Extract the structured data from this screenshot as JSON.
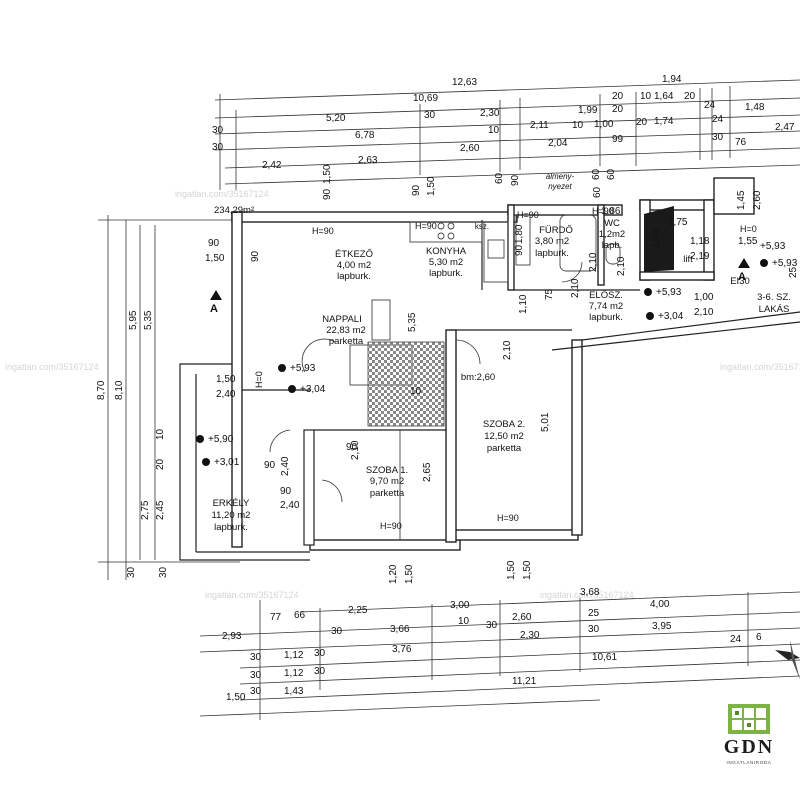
{
  "total_area": "234,29m²",
  "watermark": "ingatlan.com/35167124",
  "rooms": {
    "etkezo": {
      "name": "ÉTKEZŐ",
      "area": "4,00 m2",
      "floor": "lapburk."
    },
    "konyha": {
      "name": "KONYHA",
      "area": "5,30 m2",
      "floor": "lapburk."
    },
    "furdo": {
      "name": "FÜRDŐ",
      "area": "3,80 m2",
      "floor": "lapburk."
    },
    "wc": {
      "name": "WC",
      "area": "1,2m2",
      "floor": "lapb."
    },
    "nappali": {
      "name": "NAPPALI",
      "area": "22,83 m2",
      "floor": "parketta"
    },
    "eloszoba": {
      "name": "ELŐSZ.",
      "area": "7,74 m2",
      "floor": "lapburk."
    },
    "szoba1": {
      "name": "SZOBA 1.",
      "area": "9,70 m2",
      "floor": "parketta"
    },
    "szoba2": {
      "name": "SZOBA 2.",
      "area": "12,50 m2",
      "floor": "parketta"
    },
    "erkely": {
      "name": "ERKÉLY",
      "area": "11,20 m2",
      "floor": "lapburk."
    }
  },
  "labels": {
    "lift": "lift",
    "flat": "3-6. SZ.",
    "flat2": "LAKÁS",
    "ei": "EI30",
    "section_a": "A",
    "niche1": "álmeny-",
    "niche2": "nyezet",
    "ksz": "ksz.",
    "bm": "bm:2,60"
  },
  "levels": [
    "+5,93",
    "+3,04",
    "+5,90",
    "+3,01",
    "+5,93",
    "+3,04",
    "+5,93",
    "+5,93"
  ],
  "door_marks": [
    "H=90",
    "H=90",
    "H=90",
    "H=90",
    "H=0",
    "H=90",
    "H=90",
    "H=0"
  ],
  "top_dims": {
    "row1": [
      "12,63",
      "1,94"
    ],
    "row2": [
      "10,69",
      "20",
      "10",
      "1,64",
      "20"
    ],
    "row3": [
      "5,20",
      "30",
      "2,30",
      "1,99",
      "20",
      "24"
    ],
    "row4": [
      "30",
      "6,78",
      "10",
      "2,11",
      "10",
      "1,00",
      "20",
      "1,74",
      "24"
    ],
    "row5": [
      "30",
      "2,60",
      "2,04",
      "99",
      "30"
    ],
    "row6": [
      "2,42",
      "2,63"
    ],
    "right": [
      "1,48",
      "2,47",
      "76"
    ]
  },
  "bottom_dims": {
    "row1": [
      "3,68"
    ],
    "row2": [
      "2,25",
      "3,00",
      "4,00"
    ],
    "row3": [
      "77",
      "66",
      "10",
      "2,60",
      "25"
    ],
    "row4": [
      "2,93",
      "30",
      "3,66",
      "30",
      "2,30",
      "30",
      "3,95",
      "24",
      "6"
    ],
    "row5": [
      "30",
      "1,12",
      "30",
      "3,76",
      "10,61"
    ],
    "row6": [
      "30",
      "1,12",
      "30"
    ],
    "row7": [
      "30",
      "1,43",
      "11,21"
    ],
    "row8": [
      "1,50"
    ]
  },
  "left_dims": [
    "8,70",
    "8,10",
    "5,95",
    "5,35",
    "2,75",
    "2,45",
    "10",
    "20",
    "30",
    "30"
  ],
  "inner_dims": [
    "90",
    "1,50",
    "90",
    "1,50",
    "90",
    "1,50",
    "90",
    "90",
    "90",
    "1,80",
    "60",
    "60",
    "60",
    "60",
    "1,86",
    "1,64",
    "1,75",
    "1,18",
    "2,19",
    "1,55",
    "2,10",
    "2,10",
    "1,10",
    "75",
    "1,00",
    "2,10",
    "2,10",
    "5,35",
    "1,50",
    "2,40",
    "90",
    "2,40",
    "90",
    "2,40",
    "90",
    "2,10",
    "10",
    "2,65",
    "5,01",
    "1,20",
    "1,50",
    "1,50",
    "1,50",
    "2,10",
    "1,45",
    "2,60",
    "25"
  ],
  "logo": {
    "brand": "GDN",
    "tagline": "INGATLANIRODA"
  }
}
